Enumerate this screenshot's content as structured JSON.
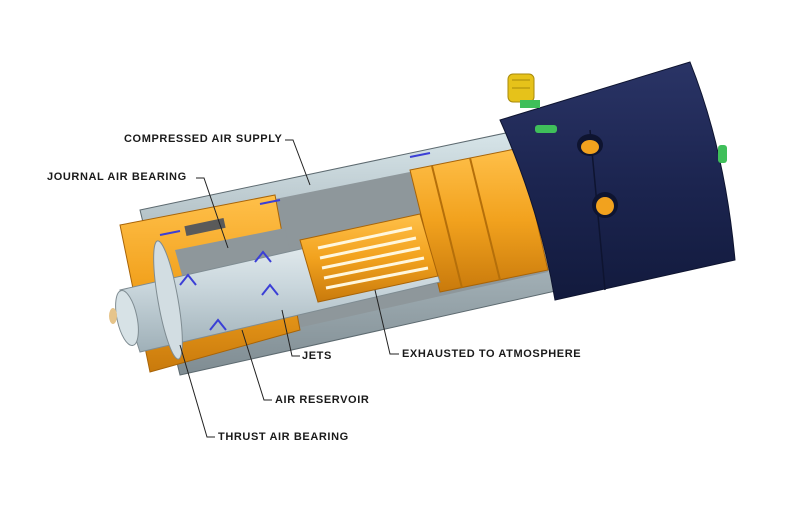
{
  "diagram": {
    "subject": "Air bearing spindle cutaway",
    "colors": {
      "background": "#ffffff",
      "housing_navy": "#1c2550",
      "bronze_orange": "#f2a21e",
      "shaft_silver": "#c9d6dc",
      "sleeve_gray": "#9aa3a8",
      "fitting_green": "#3fbf5a",
      "fitting_yellow": "#e6c21a",
      "flow_arrow_blue": "#3b3fd6",
      "leader_line": "#222222"
    },
    "labels": [
      {
        "id": "compressed-air-supply",
        "text": "COMPRESSED AIR SUPPLY"
      },
      {
        "id": "journal-air-bearing",
        "text": "JOURNAL AIR BEARING"
      },
      {
        "id": "jets",
        "text": "JETS"
      },
      {
        "id": "exhausted-to-atmosphere",
        "text": "EXHAUSTED TO ATMOSPHERE"
      },
      {
        "id": "air-reservoir",
        "text": "AIR RESERVOIR"
      },
      {
        "id": "thrust-air-bearing",
        "text": "THRUST AIR BEARING"
      }
    ]
  }
}
